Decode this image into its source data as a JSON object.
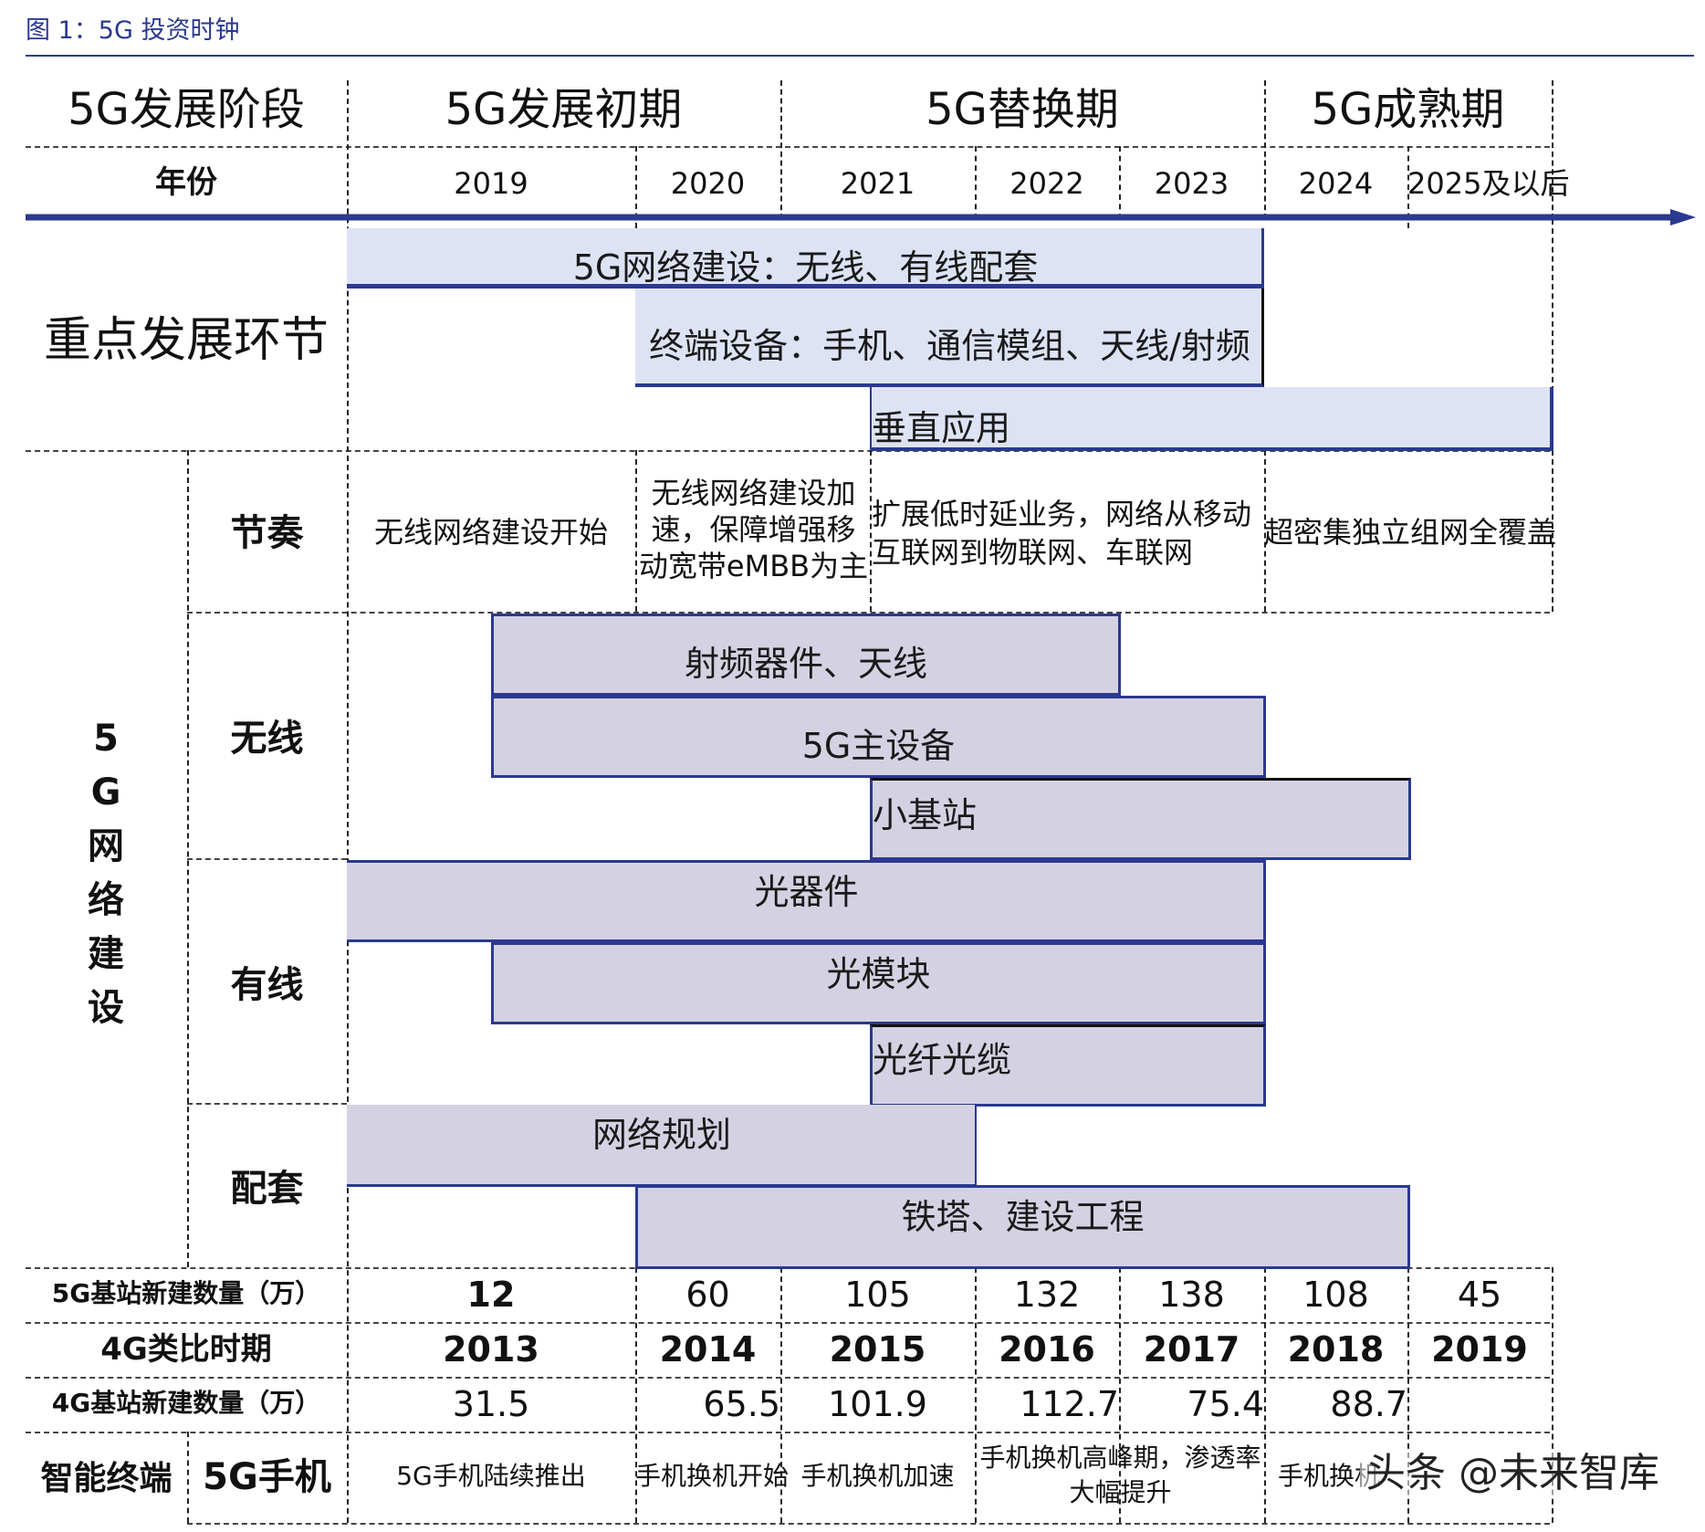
{
  "figure_title": "图 1：5G 投资时钟",
  "stage": {
    "label": "5G发展阶段",
    "periods": [
      "5G发展初期",
      "5G替换期",
      "5G成熟期"
    ]
  },
  "years": {
    "label": "年份",
    "values": [
      "2019",
      "2020",
      "2021",
      "2022",
      "2023",
      "2024",
      "2025及以后"
    ]
  },
  "focus": {
    "label": "重点发展环节",
    "bars": [
      "5G网络建设：无线、有线配套",
      "终端设备：手机、通信模组、天线/射频",
      "垂直应用"
    ]
  },
  "network": {
    "label": "5G网络建设",
    "rhythm": {
      "label": "节奏",
      "cells": [
        "无线网络建设开始",
        "无线网络建设加速，保障增强移动宽带eMBB为主",
        "扩展低时延业务，网络从移动互联网到物联网、车联网",
        "超密集独立组网全覆盖"
      ]
    },
    "wireless": {
      "label": "无线",
      "bars": [
        "射频器件、天线",
        "5G主设备",
        "小基站"
      ]
    },
    "wired": {
      "label": "有线",
      "bars": [
        "光器件",
        "光模块",
        "光纤光缆"
      ]
    },
    "support": {
      "label": "配套",
      "bars": [
        "网络规划",
        "铁塔、建设工程"
      ]
    }
  },
  "bs5g": {
    "label": "5G基站新建数量（万）",
    "values": [
      "12",
      "60",
      "105",
      "132",
      "138",
      "108",
      "45"
    ]
  },
  "analog4g": {
    "label": "4G类比时期",
    "values": [
      "2013",
      "2014",
      "2015",
      "2016",
      "2017",
      "2018",
      "2019"
    ]
  },
  "bs4g": {
    "label": "4G基站新建数量（万）",
    "values": [
      "31.5",
      "65.5",
      "101.9",
      "112.7",
      "75.4",
      "88.7"
    ]
  },
  "terminal": {
    "label": "智能终端",
    "sub_label": "5G手机",
    "cells": [
      "5G手机陆续推出",
      "手机换机开始",
      "手机换机加速",
      "手机换机高峰期，渗透率大幅提升",
      "手机换机"
    ]
  },
  "watermark": "头条 @未来智库",
  "colors": {
    "accent": "#2b3990",
    "light_bar": "#dde3f5",
    "purple_bar": "#d4d2e2"
  }
}
